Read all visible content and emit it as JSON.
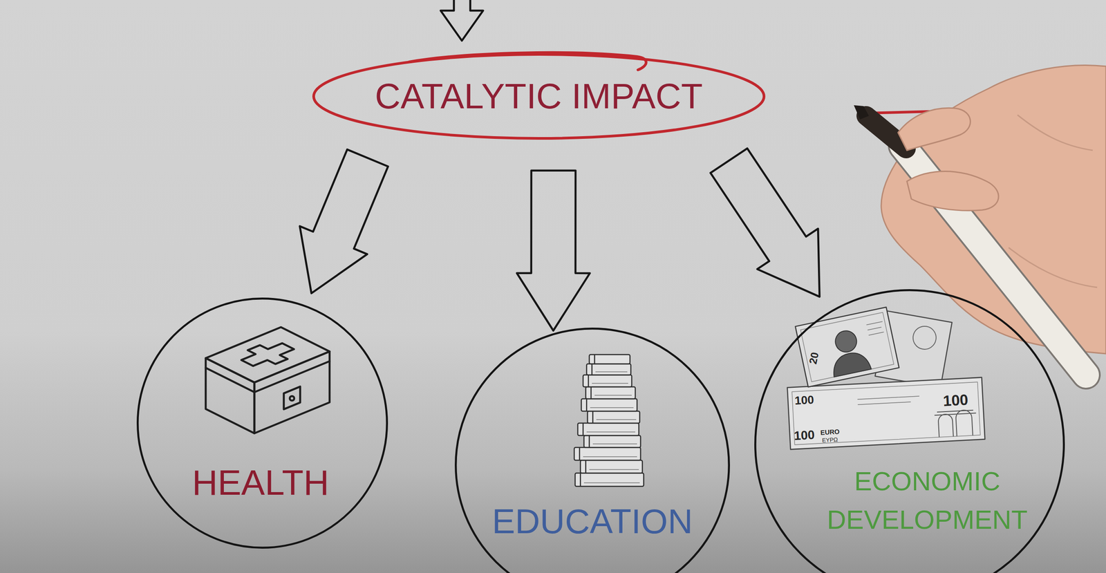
{
  "diagram": {
    "nodes": [
      {
        "text": [
          "CATALYTIC IMPACT"
        ]
      },
      {
        "text": [
          "HEALTH"
        ]
      },
      {
        "text": [
          "EDUCATION"
        ]
      },
      {
        "text": [
          "ECONOMIC DEVELOPMENT"
        ]
      }
    ],
    "edges": [
      {
        "from": 0,
        "to": 1,
        "arrow": "to"
      },
      {
        "from": 0,
        "to": 2,
        "arrow": "to"
      },
      {
        "from": 0,
        "to": 3,
        "arrow": "to"
      }
    ],
    "labels": [
      "20",
      "100",
      "100",
      "100",
      "EURO",
      "ΕΥΡΩ"
    ]
  }
}
